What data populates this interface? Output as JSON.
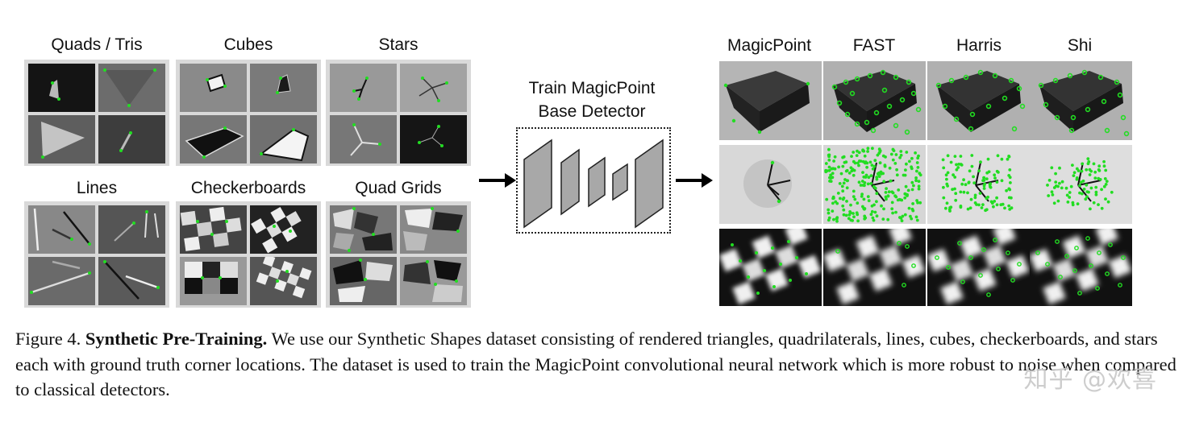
{
  "groups": {
    "quads": "Quads / Tris",
    "cubes": "Cubes",
    "stars": "Stars",
    "lines": "Lines",
    "checker": "Checkerboards",
    "grids": "Quad Grids"
  },
  "network": {
    "title_line1": "Train MagicPoint",
    "title_line2": "Base Detector"
  },
  "columns": {
    "c1": "MagicPoint",
    "c2": "FAST",
    "c3": "Harris",
    "c4": "Shi"
  },
  "caption": {
    "figure_label": "Figure 4.",
    "bold_title": "Synthetic Pre-Training.",
    "body": "We use our Synthetic Shapes dataset consisting of rendered triangles, quadrilaterals, lines, cubes, checkerboards, and stars each with ground truth corner locations. The dataset is used to train the MagicPoint convolutional neural network which is more robust to noise when compared to classical detectors."
  },
  "watermark": "知乎 @欢喜",
  "colors": {
    "keypoint": "#22dd22",
    "layer_fill": "#a8a8a8",
    "frame": "#d9d9d9"
  }
}
